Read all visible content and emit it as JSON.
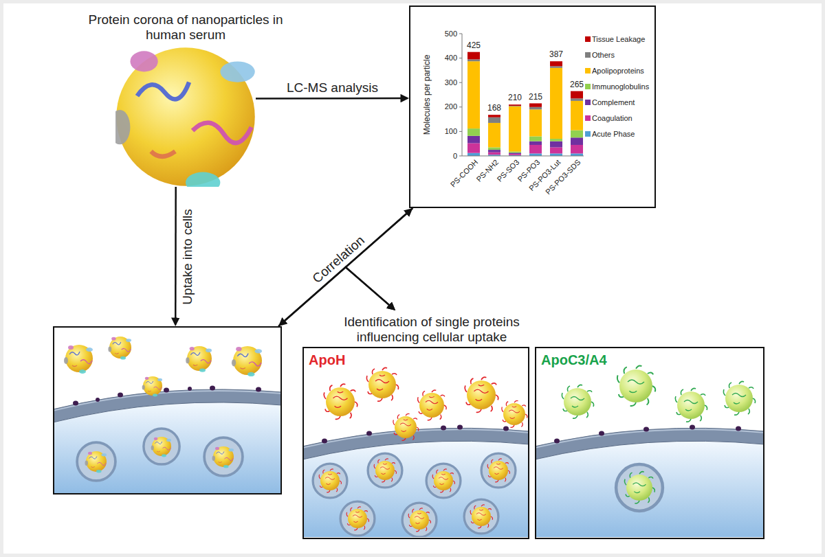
{
  "diagram": {
    "nodes": [
      {
        "text": [
          "Protein corona of nanoparticles in human serum"
        ]
      },
      {
        "text": [
          "Molecules per particle"
        ]
      },
      {
        "text": []
      },
      {
        "text": [
          "Identification of single proteins influencing cellular uptake"
        ]
      },
      {
        "text": [
          "ApoH"
        ],
        "in": 3
      },
      {
        "text": [
          "ApoC3/A4"
        ],
        "in": 3
      }
    ],
    "edges": [
      {
        "from": 0,
        "to": 1,
        "arrow": "to",
        "label": "LC-MS analysis"
      },
      {
        "from": 0,
        "to": 2,
        "arrow": "to",
        "label": "Uptake into cells"
      },
      {
        "from": 2,
        "to": 1,
        "arrow": "both",
        "label": "Correlation"
      },
      {
        "from": 1,
        "to": 3,
        "arrow": "to"
      },
      {
        "from": 2,
        "to": 3,
        "arrow": "to"
      }
    ],
    "labels": [
      "425",
      "168",
      "210",
      "215",
      "387",
      "265",
      "0",
      "100",
      "200",
      "300",
      "400",
      "500",
      "PS-COOH",
      "PS-NH2",
      "PS-SO3",
      "PS-PO3",
      "PS-PO3-Lut",
      "PS-PO3-SDS"
    ],
    "legend": [
      {
        "text": "Tissue Leakage",
        "color": "#c00000"
      },
      {
        "text": "Others",
        "color": "#7f7f7f"
      },
      {
        "text": "Apolipoproteins",
        "color": "#ffc000"
      },
      {
        "text": "Immunoglobulins",
        "color": "#92d050"
      },
      {
        "text": "Complement",
        "color": "#7030a0"
      },
      {
        "text": "Coagulation",
        "color": "#cc3399"
      },
      {
        "text": "Acute Phase",
        "color": "#4f9fd6"
      }
    ]
  }
}
